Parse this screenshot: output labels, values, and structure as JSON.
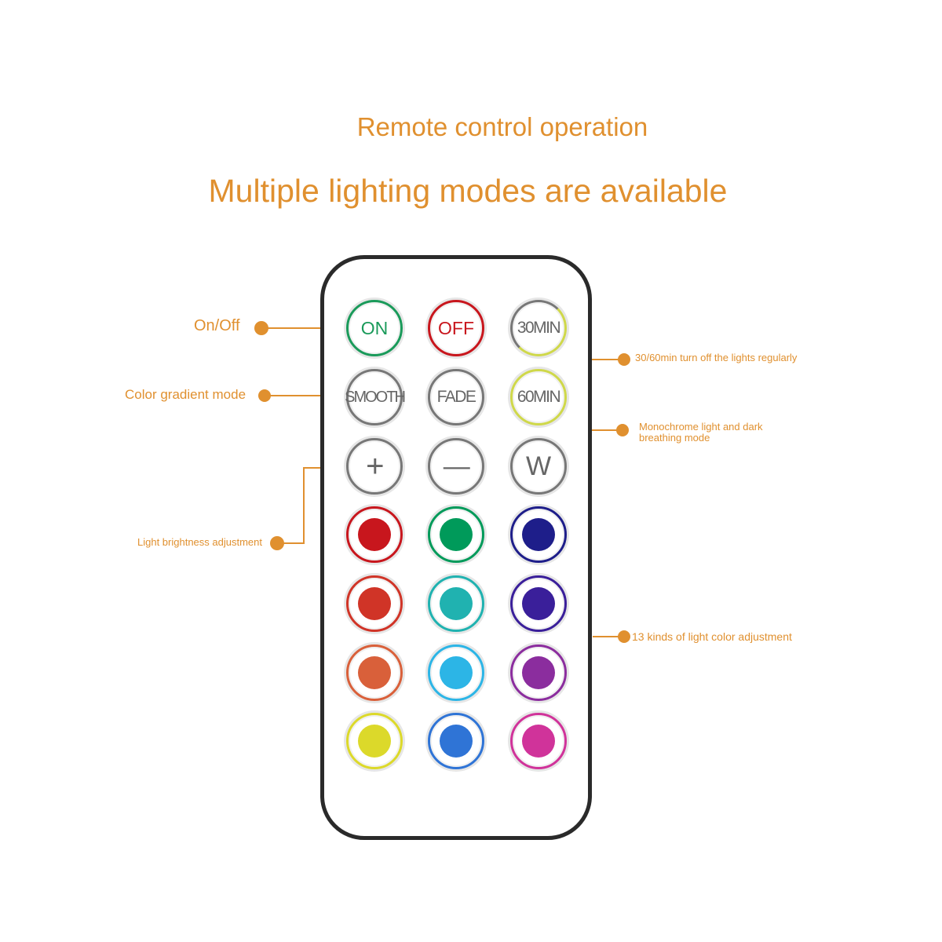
{
  "header": {
    "subtitle": "Remote control operation",
    "title": "Multiple lighting modes are available"
  },
  "buttons": {
    "on": "ON",
    "off": "OFF",
    "min30": "30MIN",
    "smooth": "SMOOTH",
    "fade": "FADE",
    "min60": "60MIN",
    "plus": "+",
    "minus": "—",
    "white": "W"
  },
  "color_buttons": [
    "#c8161d",
    "#009a5a",
    "#1e1e8a",
    "#d03427",
    "#20b2b0",
    "#3a1f9a",
    "#d9603a",
    "#2cb5e6",
    "#8b2d9e",
    "#dcd92a",
    "#2f74d6",
    "#d0339a"
  ],
  "annotations": {
    "on_off": "On/Off",
    "gradient": "Color gradient mode",
    "brightness": "Light brightness adjustment",
    "timer": "30/60min turn off the lights regularly",
    "mono": "Monochrome light and dark breathing mode",
    "colors": "13 kinds of light color adjustment"
  },
  "accent": "#e0902f"
}
